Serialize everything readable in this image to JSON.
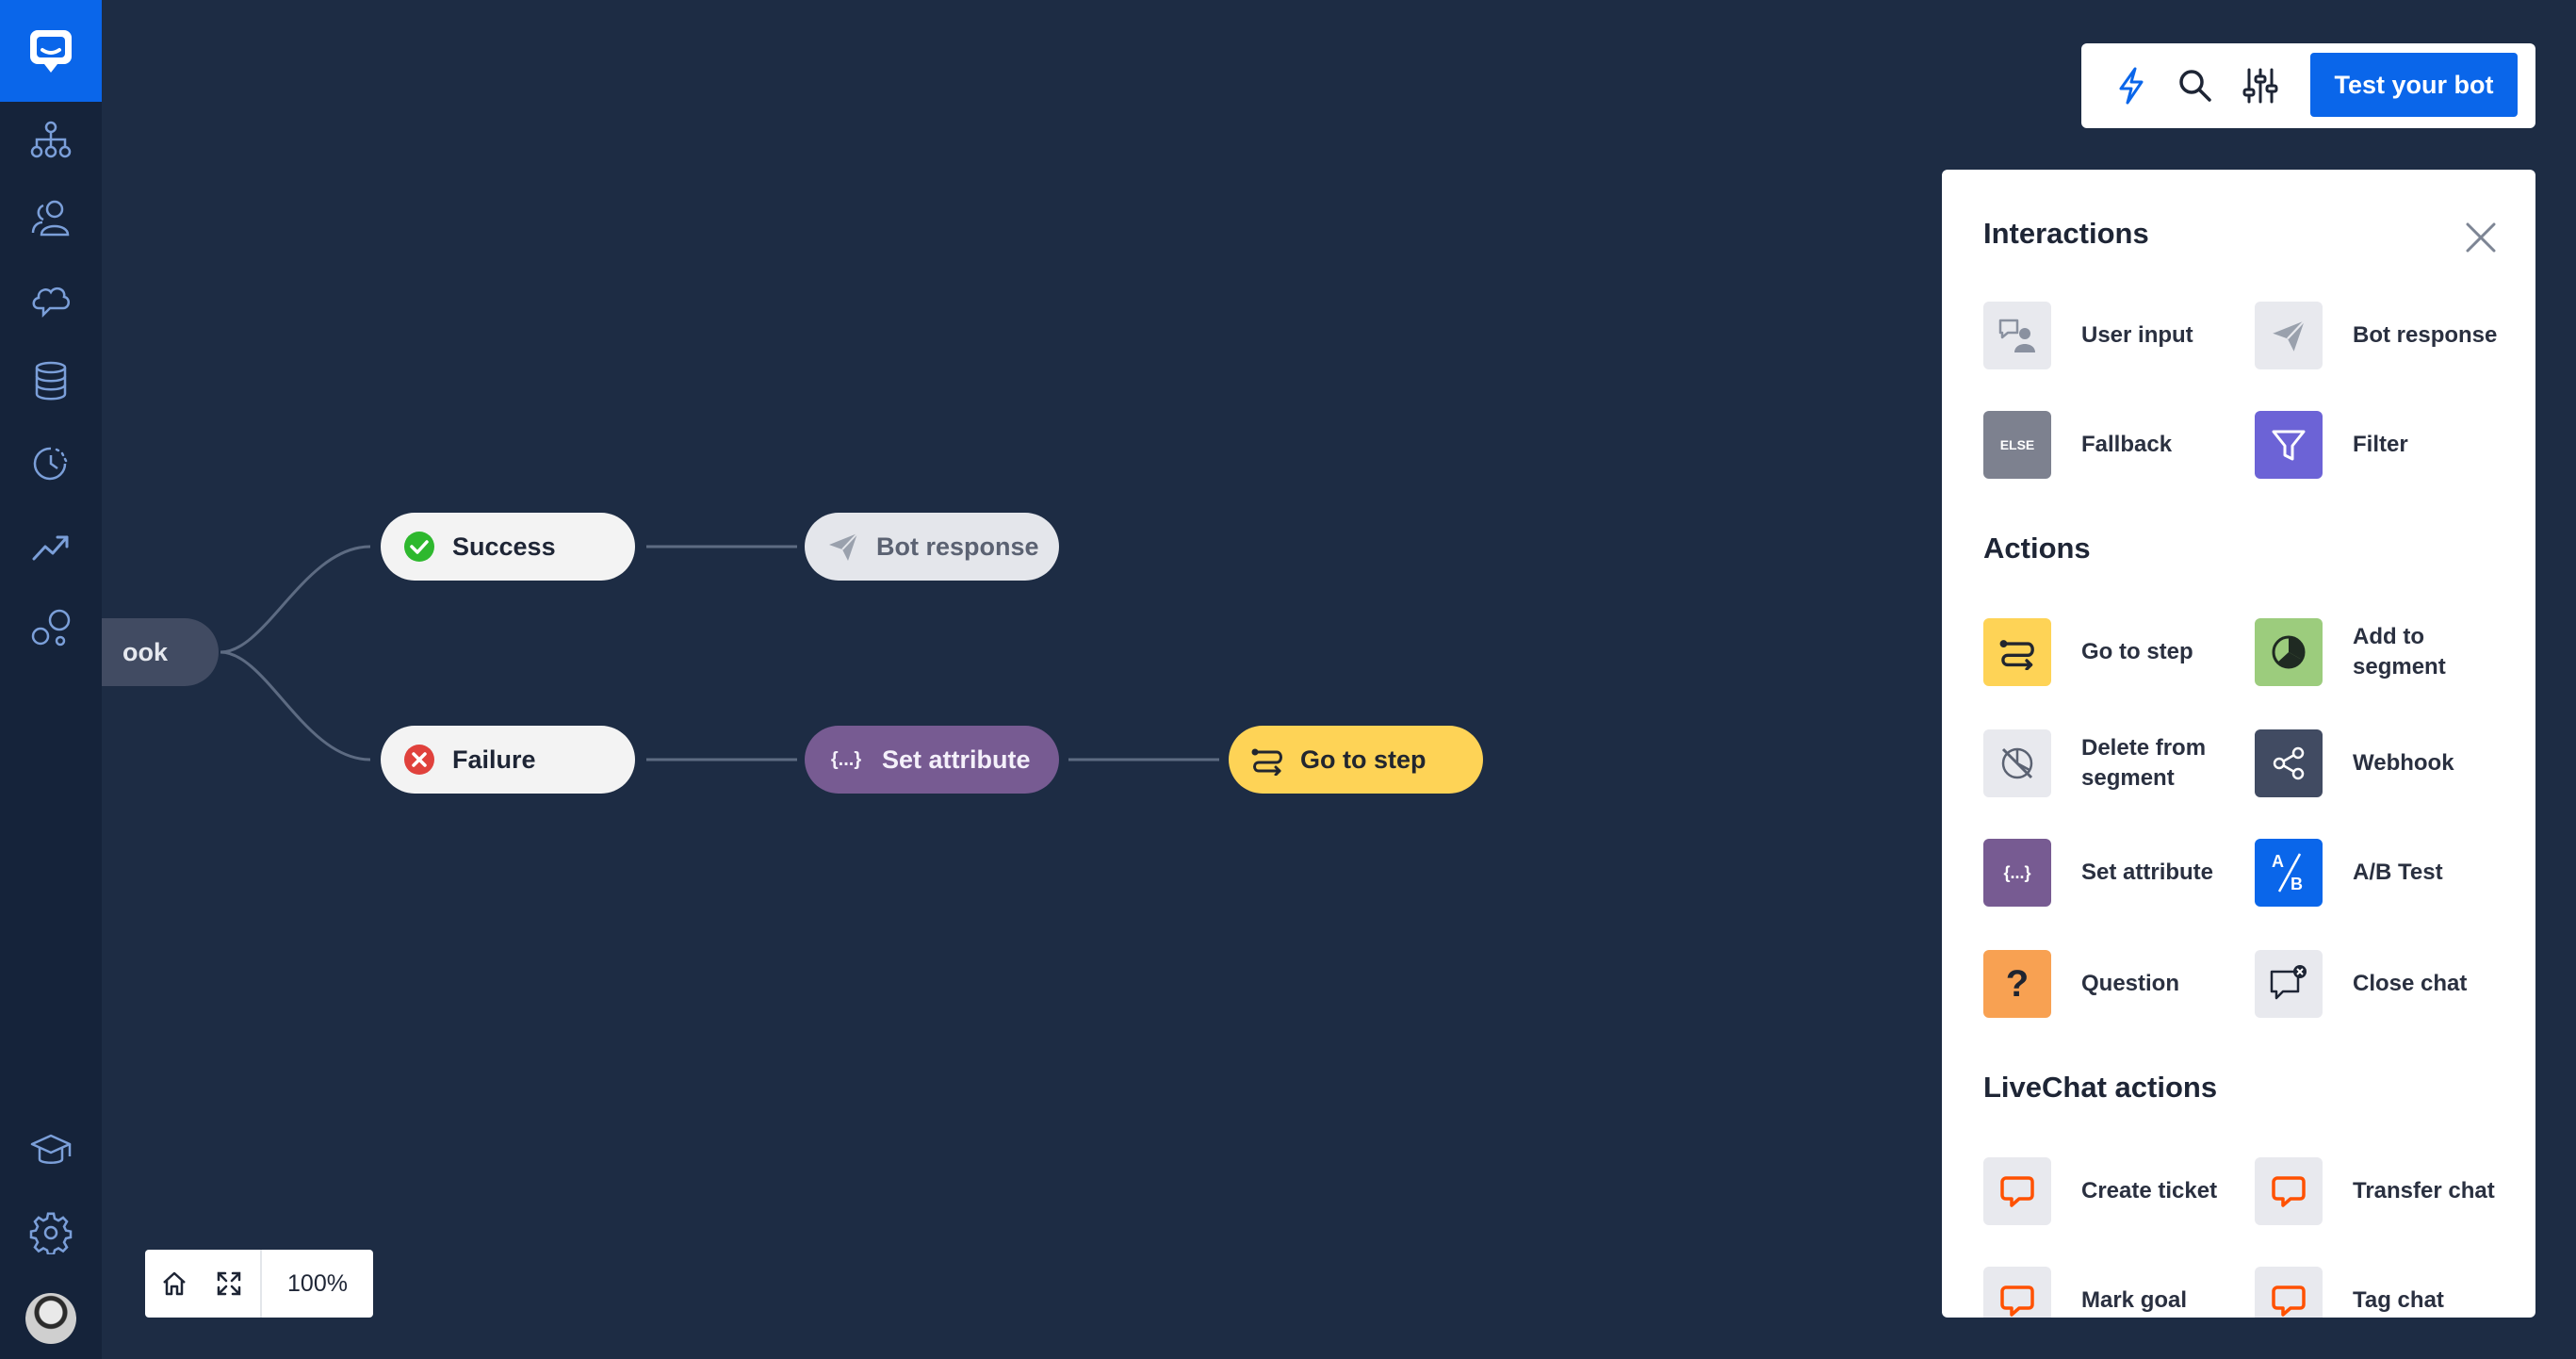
{
  "canvas": {
    "nodes": {
      "webhook": "ook",
      "success": "Success",
      "failure": "Failure",
      "bot_response": "Bot response",
      "set_attribute": "Set attribute",
      "go_to_step": "Go to step",
      "set_attribute_icon_text": "{...}"
    },
    "zoom_level": "100%"
  },
  "toolbar": {
    "test_button": "Test your bot"
  },
  "panel": {
    "interactions_title": "Interactions",
    "actions_title": "Actions",
    "livechat_title": "LiveChat actions",
    "interactions": [
      {
        "label": "User input",
        "icon": "user-input-icon"
      },
      {
        "label": "Bot response",
        "icon": "paper-plane-icon"
      },
      {
        "label": "Fallback",
        "icon": "else-icon",
        "icon_text": "ELSE"
      },
      {
        "label": "Filter",
        "icon": "filter-icon"
      }
    ],
    "actions": [
      {
        "label": "Go to step",
        "icon": "route-icon"
      },
      {
        "label": "Add to segment",
        "icon": "pie-chart-icon"
      },
      {
        "label": "Delete from segment",
        "icon": "pie-slash-icon"
      },
      {
        "label": "Webhook",
        "icon": "share-nodes-icon"
      },
      {
        "label": "Set attribute",
        "icon": "braces-icon",
        "icon_text": "{...}"
      },
      {
        "label": "A/B Test",
        "icon": "ab-test-icon",
        "icon_text_a": "A",
        "icon_text_b": "B"
      },
      {
        "label": "Question",
        "icon": "question-icon",
        "icon_text": "?"
      },
      {
        "label": "Close chat",
        "icon": "close-chat-icon"
      }
    ],
    "livechat_actions": [
      {
        "label": "Create ticket",
        "icon": "livechat-icon"
      },
      {
        "label": "Transfer chat",
        "icon": "livechat-icon"
      },
      {
        "label": "Mark goal",
        "icon": "livechat-icon"
      },
      {
        "label": "Tag chat",
        "icon": "livechat-icon"
      }
    ]
  },
  "colors": {
    "canvas_bg": "#1d2c44",
    "sidebar_bg": "#15233a",
    "accent": "#0a66ea",
    "success": "#2eb82e",
    "failure": "#e0413c",
    "set_attribute": "#775b92",
    "go_to_step": "#fed356"
  }
}
